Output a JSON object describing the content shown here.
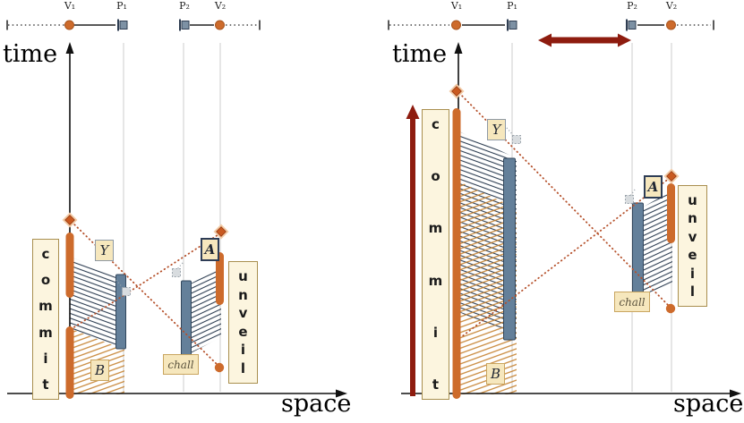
{
  "figure": {
    "axes": {
      "time": "time",
      "space": "space"
    },
    "ruler": {
      "v1": "V₁",
      "p1": "P₁",
      "p2": "P₂",
      "v2": "V₂"
    },
    "phases": {
      "commit": "commit",
      "unveil": "unveil"
    },
    "tags": {
      "y": "Y",
      "b": "B",
      "a": "A",
      "chall": "chall"
    },
    "colors": {
      "worldline_orange": "#cd6b2c",
      "signal_dotted": "#b5502a",
      "highlight_dark_red": "#8e1c0f",
      "processor_bar": "#64809a",
      "hatch_dark": "#2e3e52",
      "hatch_orange": "#c5812f",
      "tag_background": "#f6e7bd",
      "tag_border": "#c9a55f",
      "a_tag_border": "#2e3d56",
      "phase_box_background": "#fcf5df",
      "axis": "#111111",
      "guide_line": "#cccccc"
    }
  }
}
